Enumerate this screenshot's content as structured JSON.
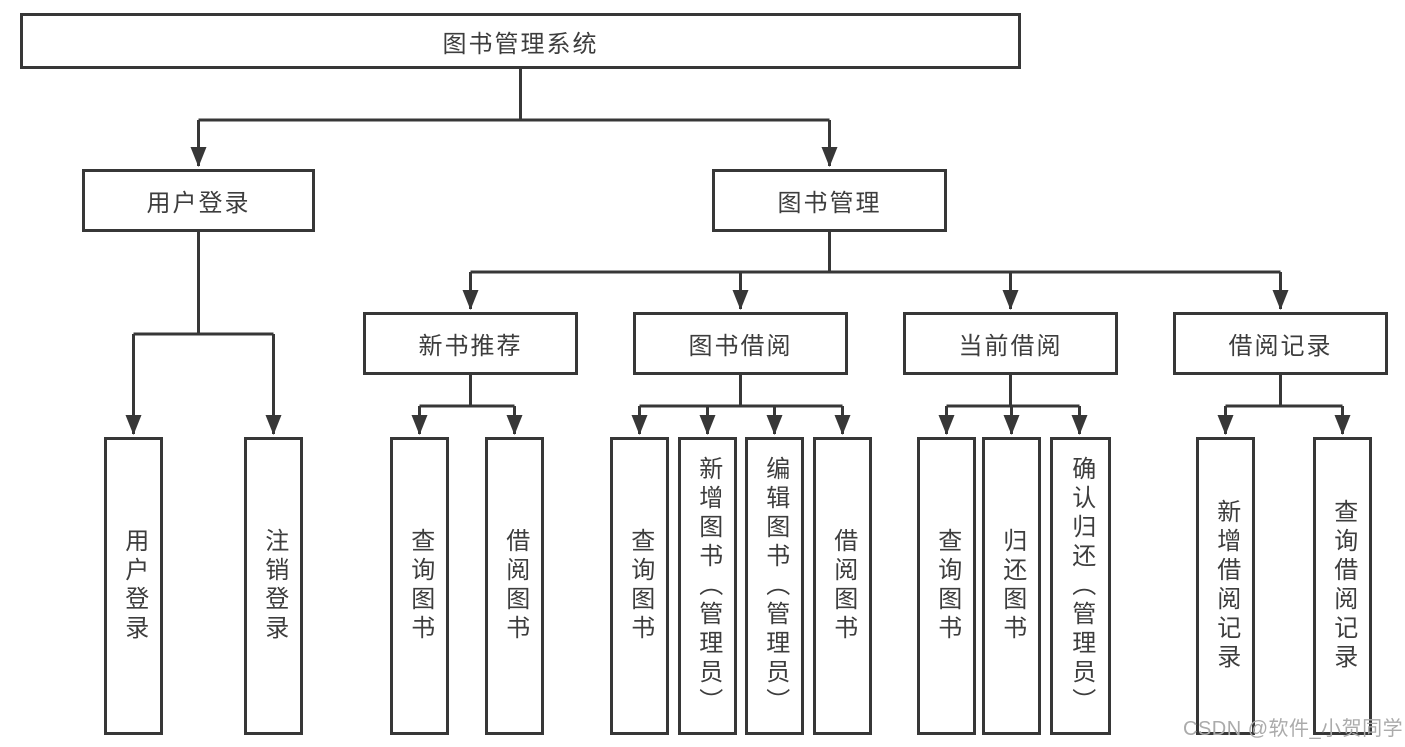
{
  "diagram": {
    "root": {
      "label": "图书管理系统"
    },
    "level2": [
      {
        "id": "user-login",
        "label": "用户登录"
      },
      {
        "id": "book-management",
        "label": "图书管理"
      }
    ],
    "level3": [
      {
        "id": "new-book-recommend",
        "label": "新书推荐"
      },
      {
        "id": "book-borrow",
        "label": "图书借阅"
      },
      {
        "id": "current-borrow",
        "label": "当前借阅"
      },
      {
        "id": "borrow-record",
        "label": "借阅记录"
      }
    ],
    "leaves": [
      {
        "parent": "user-login",
        "label": "用户登录"
      },
      {
        "parent": "user-login",
        "label": "注销登录"
      },
      {
        "parent": "new-book-recommend",
        "label": "查询图书"
      },
      {
        "parent": "new-book-recommend",
        "label": "借阅图书"
      },
      {
        "parent": "book-borrow",
        "label": "查询图书"
      },
      {
        "parent": "book-borrow",
        "label": "新增图书（管理员）"
      },
      {
        "parent": "book-borrow",
        "label": "编辑图书（管理员）"
      },
      {
        "parent": "book-borrow",
        "label": "借阅图书"
      },
      {
        "parent": "current-borrow",
        "label": "查询图书"
      },
      {
        "parent": "current-borrow",
        "label": "归还图书"
      },
      {
        "parent": "current-borrow",
        "label": "确认归还（管理员）"
      },
      {
        "parent": "borrow-record",
        "label": "新增借阅记录"
      },
      {
        "parent": "borrow-record",
        "label": "查询借阅记录"
      }
    ]
  },
  "watermark": {
    "text": "CSDN @软件_小贺同学"
  },
  "colors": {
    "line": "#373737",
    "box_border": "#373737",
    "text": "#3d3d3d",
    "watermark": "#ababab",
    "background": "#ffffff"
  }
}
